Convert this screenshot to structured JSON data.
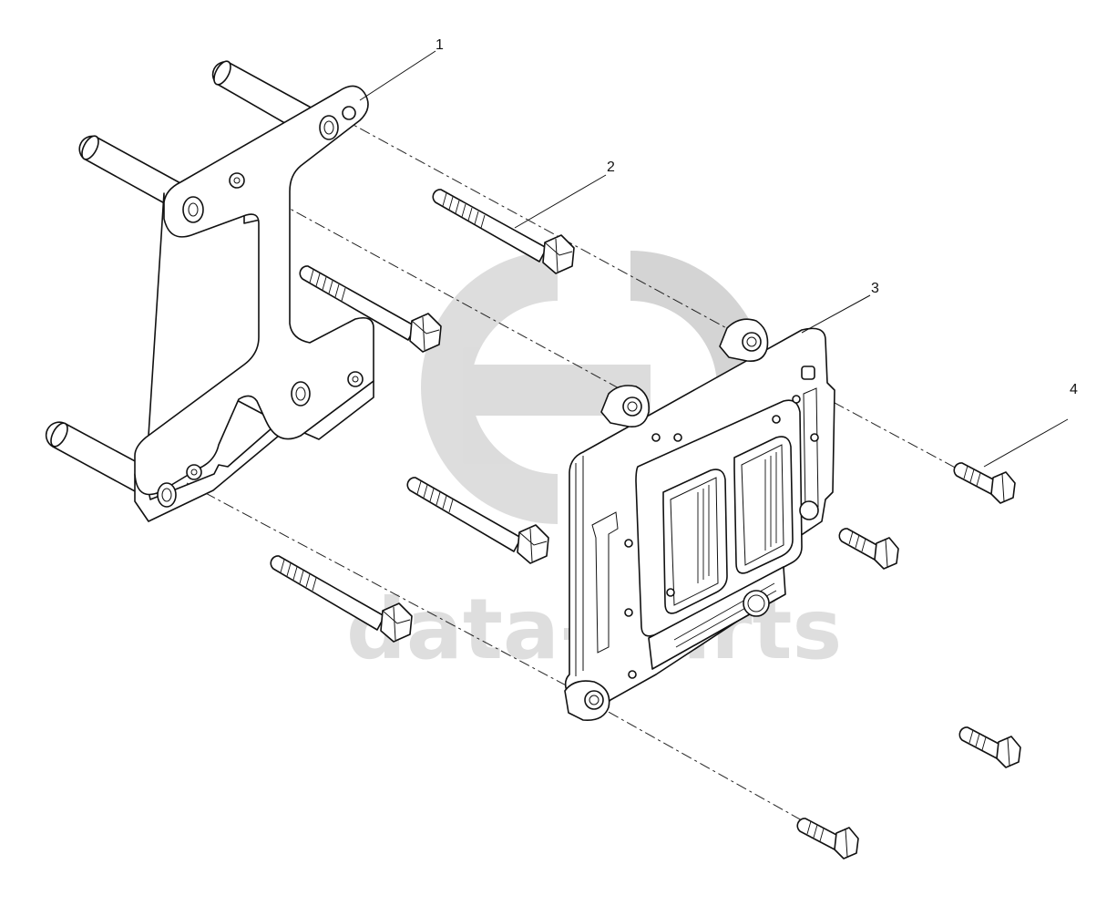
{
  "diagram": {
    "callouts": [
      {
        "id": "1",
        "label": "1"
      },
      {
        "id": "2",
        "label": "2"
      },
      {
        "id": "3",
        "label": "3"
      },
      {
        "id": "4",
        "label": "4"
      }
    ],
    "watermark": {
      "text": "data-parts",
      "icon": "gd-logo-icon",
      "color": "#d9d9d9"
    }
  }
}
